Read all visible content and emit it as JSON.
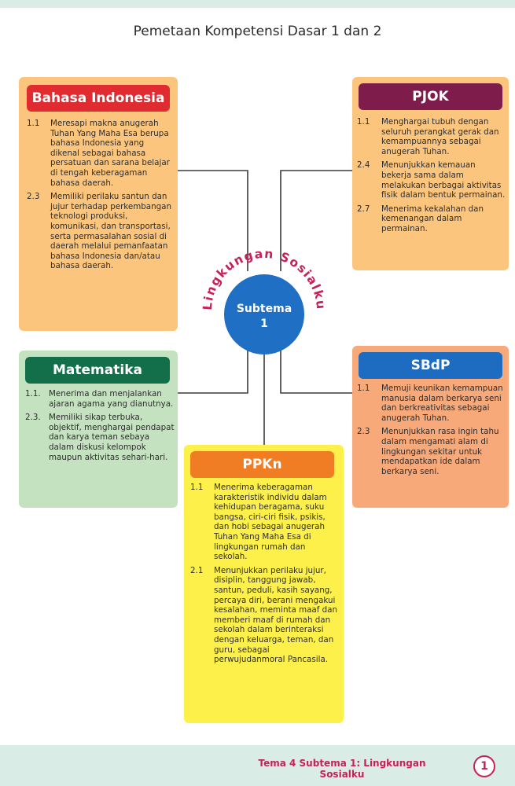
{
  "page_title": "Pemetaan Kompetensi Dasar 1 dan 2",
  "hub": {
    "arc_text": "Lingkungan Sosialku",
    "center_line1": "Subtema",
    "center_line2": "1"
  },
  "subjects": {
    "bahasa_indonesia": {
      "title": "Bahasa Indonesia",
      "items": [
        {
          "num": "1.1",
          "text": "Meresapi makna anugerah Tuhan Yang Maha Esa berupa bahasa Indonesia yang dikenal sebagai bahasa persatuan dan sarana belajar di tengah keberagaman bahasa daerah."
        },
        {
          "num": "2.3",
          "text": "Memiliki perilaku santun dan jujur terhadap perkembangan teknologi produksi, komunikasi, dan transportasi, serta permasalahan sosial di daerah melalui pemanfaatan bahasa Indonesia dan/atau bahasa daerah."
        }
      ]
    },
    "pjok": {
      "title": "PJOK",
      "items": [
        {
          "num": "1.1",
          "text": "Menghargai tubuh dengan seluruh perangkat gerak dan kemampuannya sebagai anugerah Tuhan."
        },
        {
          "num": "2.4",
          "text": "Menunjukkan kemauan bekerja sama dalam melakukan berbagai aktivitas fisik dalam bentuk permainan."
        },
        {
          "num": "2.7",
          "text": "Menerima kekalahan dan kemenangan dalam permainan."
        }
      ]
    },
    "matematika": {
      "title": "Matematika",
      "items": [
        {
          "num": "1.1.",
          "text": "Menerima dan menjalankan ajaran agama yang dianutnya."
        },
        {
          "num": "2.3.",
          "text": "Memiliki sikap terbuka, objektif, menghargai pendapat dan karya teman sebaya dalam diskusi kelompok maupun aktivitas sehari-hari."
        }
      ]
    },
    "sbdp": {
      "title": "SBdP",
      "items": [
        {
          "num": "1.1",
          "text": "Memuji keunikan kemampuan manusia dalam berkarya seni dan berkreativitas sebagai anugerah Tuhan."
        },
        {
          "num": "2.3",
          "text": "Menunjukkan rasa ingin tahu dalam mengamati alam di lingkungan sekitar untuk mendapatkan ide dalam berkarya seni."
        }
      ]
    },
    "ppkn": {
      "title": "PPKn",
      "items": [
        {
          "num": "1.1",
          "text": "Menerima keberagaman karakteristik individu dalam kehidupan beragama, suku bangsa, ciri-ciri fisik, psikis, dan hobi sebagai anugerah Tuhan Yang Maha Esa di lingkungan rumah dan sekolah."
        },
        {
          "num": "2.1",
          "text": "Menunjukkan perilaku jujur, disiplin, tanggung jawab, santun, peduli, kasih sayang, percaya diri, berani mengakui kesalahan, meminta maaf dan memberi maaf di rumah dan sekolah dalam berinteraksi dengan keluarga, teman, dan guru, sebagai perwujudanmoral Pancasila."
        }
      ]
    }
  },
  "footer": {
    "text": "Tema 4 Subtema 1: Lingkungan Sosialku",
    "page_number": "1"
  },
  "colors": {
    "bahasa_indonesia": "#e02b31",
    "pjok": "#7e1c4b",
    "matematika": "#136f4a",
    "sbdp": "#1e6cc1",
    "ppkn": "#f07c23",
    "hub": "#1f6fc4",
    "accent": "#c8205b"
  }
}
